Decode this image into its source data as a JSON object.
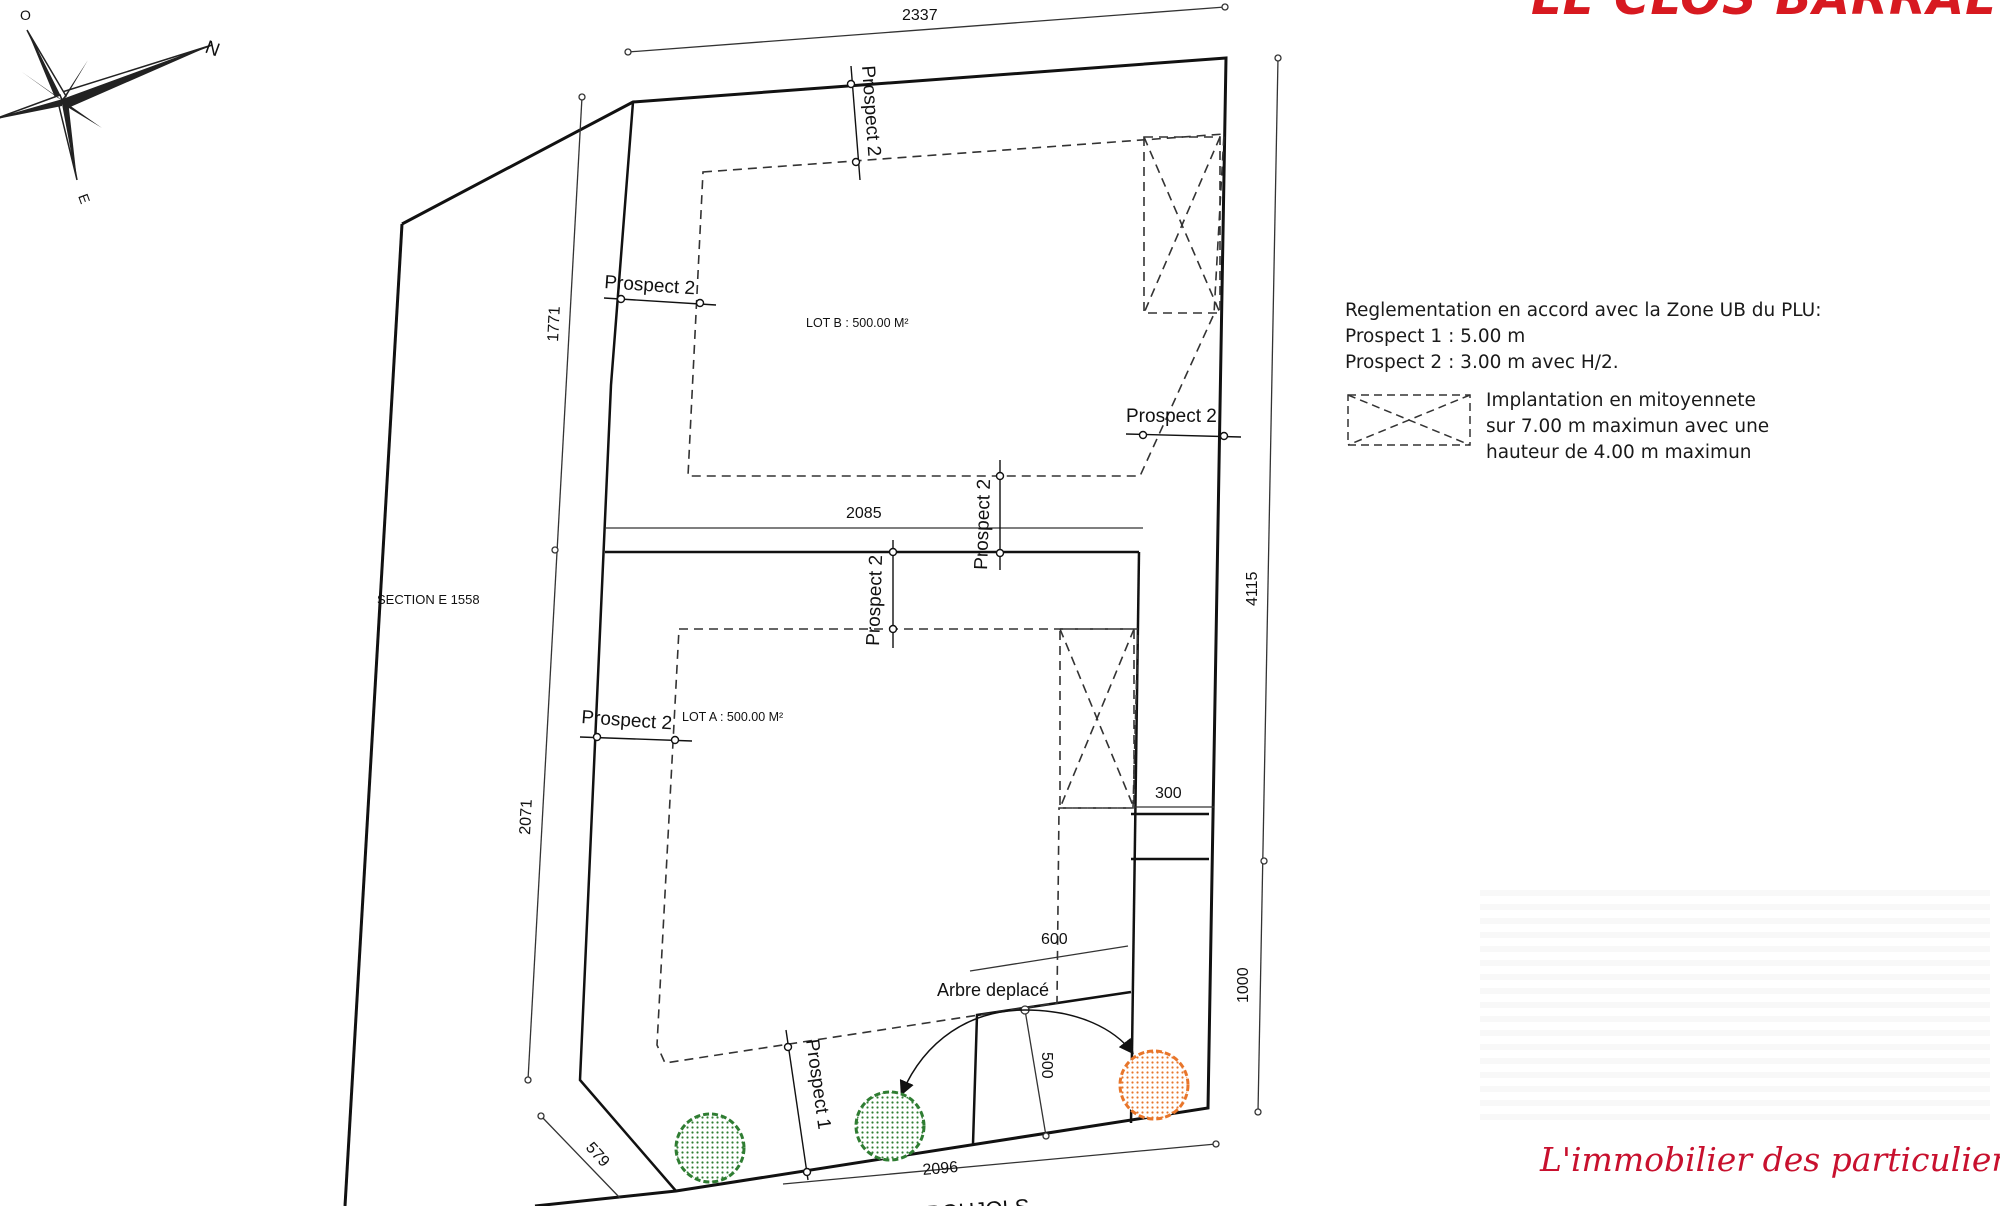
{
  "header": {
    "title": "\"LE CLOS BARRAL\""
  },
  "compass": {
    "labels": {
      "north": "N",
      "west": "O",
      "east": "E"
    }
  },
  "legend": {
    "lines": [
      "Reglementation en accord avec la Zone UB du PLU:",
      "Prospect 1 : 5.00 m",
      "Prospect 2 : 3.00 m avec H/2."
    ],
    "mitoyennete": [
      "Implantation en mitoyennete",
      "sur 7.00 m maximun avec une",
      "hauteur de 4.00 m maximun"
    ]
  },
  "plan": {
    "section_label": "SECTION E 1558",
    "lot_b_label": "LOT B : 500.00 M²",
    "lot_a_label": "LOT A : 500.00 M²",
    "prospect_1": "Prospect 1",
    "prospect_2": "Prospect 2",
    "tree_label": "Arbre deplacé",
    "road_label": "CHEMIN DE BOUJOLS",
    "dimensions": {
      "top": "2337",
      "left_upper": "1771",
      "left_lower": "2071",
      "right_full": "4115",
      "right_lower": "1000",
      "middle": "2085",
      "setback_right": "300",
      "tree_width": "600",
      "tree_depth": "500",
      "bottom": "2096",
      "corner": "579"
    }
  },
  "footer": {
    "tagline": "L'immobilier des particuliers"
  },
  "colors": {
    "title": "#d71920",
    "tagline": "#c8102e",
    "tree_green": "#2f7d32",
    "tree_orange": "#e8762b",
    "line": "#111111"
  }
}
